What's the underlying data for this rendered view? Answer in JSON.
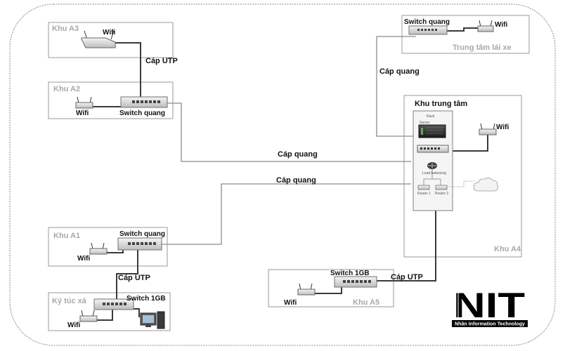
{
  "zones": {
    "a3": "Khu A3",
    "a2": "Khu A2",
    "a1": "Khu A1",
    "dorm": "Ký túc xá",
    "driving": "Trung tâm lái xe",
    "center_title": "Khu trung tâm",
    "a4": "Khu A4",
    "a5": "Khu A5"
  },
  "devices": {
    "wifi": "Wifi",
    "switch_fiber": "Switch quang",
    "switch_1gb": "Switch 1GB"
  },
  "links": {
    "utp": "Cáp UTP",
    "fiber": "Cáp quang"
  },
  "rack": {
    "title": "Rack",
    "server": "Server",
    "load_balancer": "Load balancing",
    "router_1": "Router 1",
    "router_2": "Router 2"
  },
  "logo": {
    "letters": "NIT",
    "tagline": "Nhân Information Technology"
  },
  "colors": {
    "zone_label": "#a8a8a8",
    "cable": "#8c8c8c",
    "logo": "#000000"
  }
}
